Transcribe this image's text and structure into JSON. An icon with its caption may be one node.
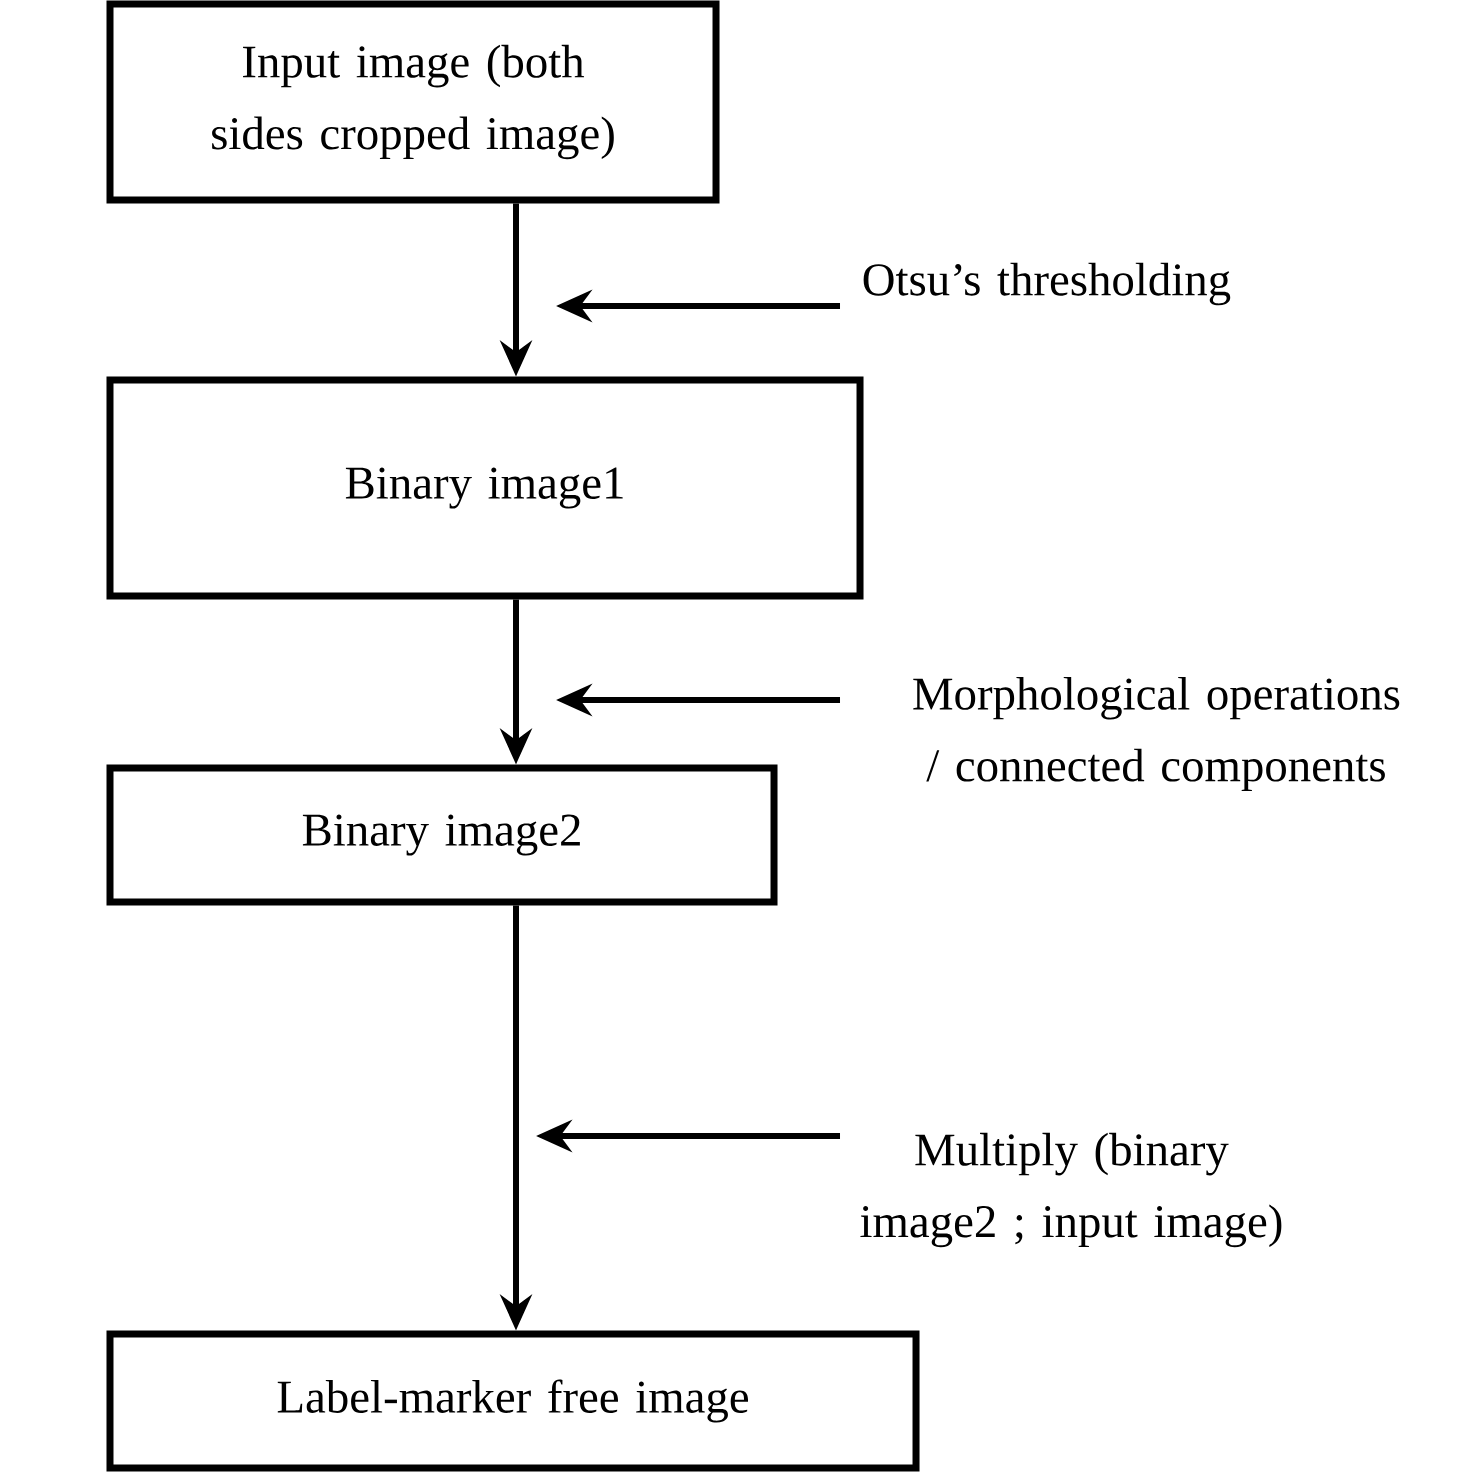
{
  "diagram": {
    "nodes": [
      {
        "text": [
          "Input image (both sides cropped image)"
        ]
      },
      {
        "text": [
          "Binary image1"
        ]
      },
      {
        "text": [
          "Binary image2"
        ]
      },
      {
        "text": [
          "Label-marker free image"
        ]
      },
      {
        "text": [
          "Otsu’s thresholding"
        ]
      },
      {
        "text": [
          "Morphological operations / connected components"
        ]
      },
      {
        "text": [
          "Multiply (binary image2 ; input image)"
        ]
      }
    ],
    "edges": [
      {
        "from": 0,
        "to": 1,
        "arrow": "to"
      },
      {
        "from": 1,
        "to": 2,
        "arrow": "to"
      },
      {
        "from": 2,
        "to": 3,
        "arrow": "to"
      },
      {
        "from": 4,
        "to": null,
        "arrow": "to"
      },
      {
        "from": 5,
        "to": null,
        "arrow": "to"
      },
      {
        "from": 6,
        "to": null,
        "arrow": "to"
      }
    ]
  }
}
